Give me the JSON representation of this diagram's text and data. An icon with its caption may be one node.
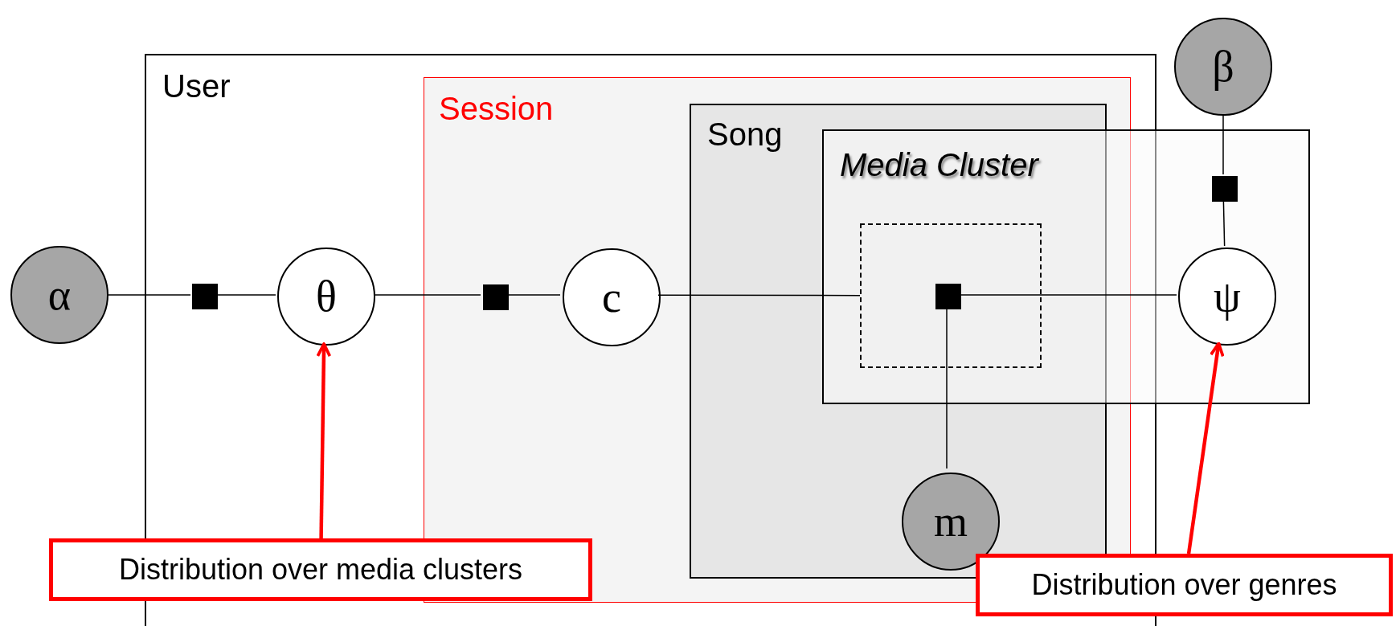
{
  "diagram": {
    "nodes": [
      {
        "text": [
          "User"
        ]
      },
      {
        "text": [
          "Session"
        ],
        "in": 0
      },
      {
        "text": [
          "Song"
        ],
        "in": 1
      },
      {
        "text": [
          "Media Cluster"
        ]
      },
      {
        "text": [],
        "shape": "box"
      },
      {
        "text": [
          "α"
        ]
      },
      {
        "text": [
          "θ"
        ],
        "in": 0
      },
      {
        "text": [
          "c"
        ],
        "in": 1
      },
      {
        "text": [
          "ψ"
        ],
        "in": 3
      },
      {
        "text": [
          "β"
        ]
      },
      {
        "text": [
          "m"
        ],
        "in": 2
      },
      {
        "text": [],
        "shape": "box",
        "in": 0
      },
      {
        "text": [],
        "shape": "box",
        "in": 1
      },
      {
        "text": [],
        "shape": "box",
        "in": 4
      },
      {
        "text": [],
        "shape": "box",
        "in": 3
      },
      {
        "text": [
          "Distribution over media clusters"
        ]
      },
      {
        "text": [
          "Distribution over genres"
        ]
      }
    ],
    "edges": [
      {
        "from": 5,
        "to": 11,
        "arrow": "none"
      },
      {
        "from": 11,
        "to": 6,
        "arrow": "none"
      },
      {
        "from": 6,
        "to": 12,
        "arrow": "none"
      },
      {
        "from": 12,
        "to": 7,
        "arrow": "none"
      },
      {
        "from": 7,
        "to": 4,
        "arrow": "none"
      },
      {
        "from": 13,
        "to": 8,
        "arrow": "none"
      },
      {
        "from": 13,
        "to": 10,
        "arrow": "none"
      },
      {
        "from": 9,
        "to": 14,
        "arrow": "none"
      },
      {
        "from": 14,
        "to": 8,
        "arrow": "none"
      },
      {
        "from": 15,
        "to": 6,
        "arrow": "to",
        "style": "thick",
        "color": "#ff0000"
      },
      {
        "from": 16,
        "to": 8,
        "arrow": "to",
        "style": "thick",
        "color": "#ff0000"
      }
    ]
  }
}
